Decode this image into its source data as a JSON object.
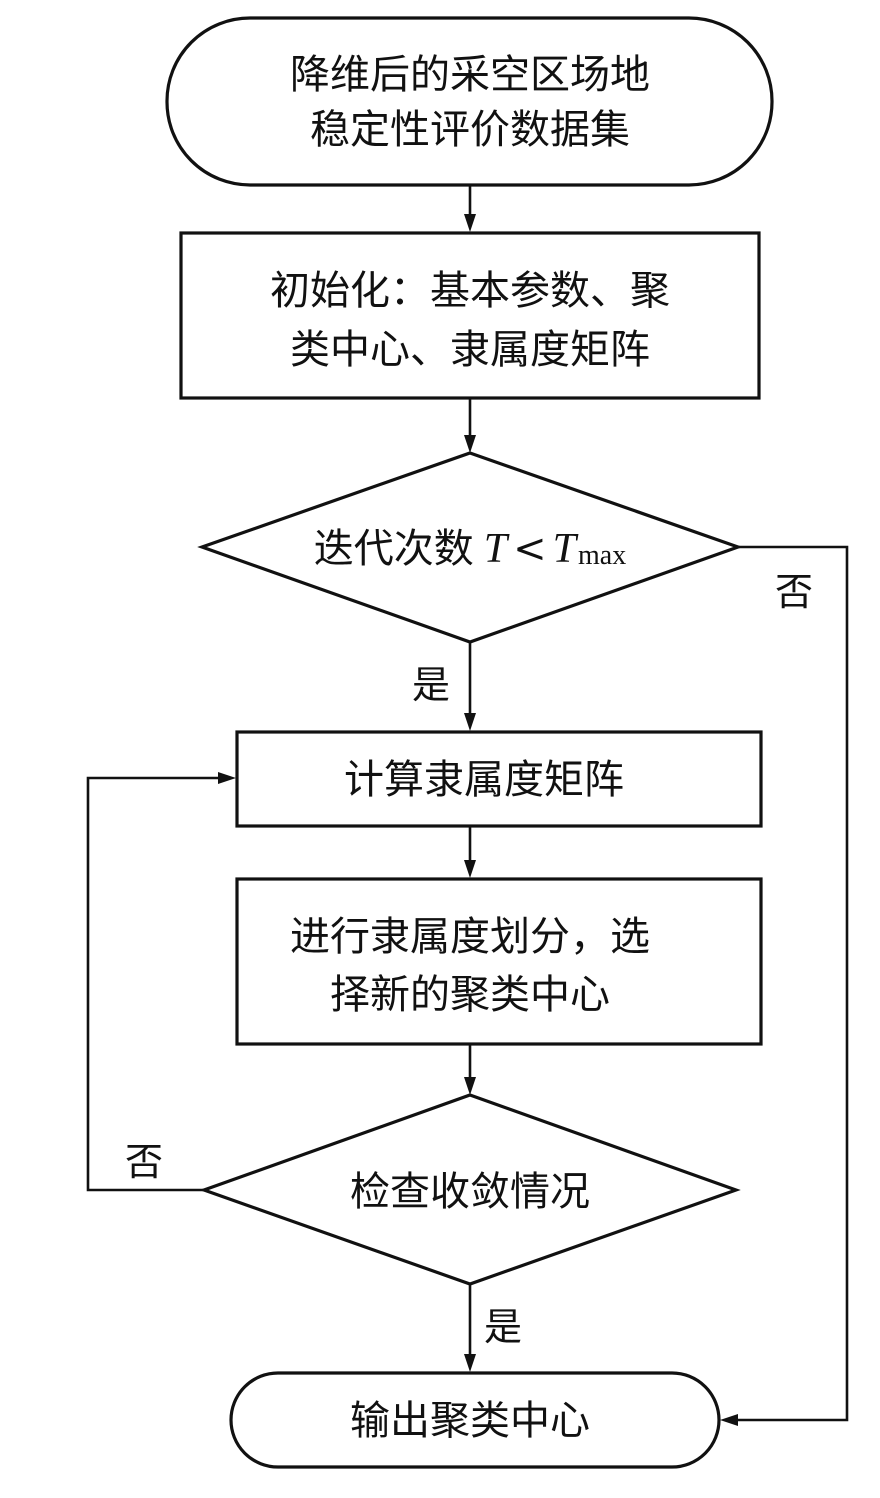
{
  "diagram": {
    "type": "flowchart",
    "nodes": {
      "start": {
        "kind": "terminal",
        "lines": [
          "降维后的采空区场地",
          "稳定性评价数据集"
        ]
      },
      "init": {
        "kind": "process",
        "lines": [
          "初始化：基本参数、聚",
          "类中心、隶属度矩阵"
        ]
      },
      "iter_check": {
        "kind": "decision",
        "prefix": "迭代次数",
        "var": "T",
        "op": "<",
        "limit_var": "T",
        "limit_sub": "max"
      },
      "compute": {
        "kind": "process",
        "lines": [
          "计算隶属度矩阵"
        ]
      },
      "partition": {
        "kind": "process",
        "lines": [
          "进行隶属度划分，选",
          "择新的聚类中心"
        ]
      },
      "converge_check": {
        "kind": "decision",
        "lines": [
          "检查收敛情况"
        ]
      },
      "end": {
        "kind": "terminal",
        "lines": [
          "输出聚类中心"
        ]
      }
    },
    "edge_labels": {
      "iter_yes": "是",
      "iter_no": "否",
      "converge_no": "否",
      "converge_yes": "是"
    },
    "edges": [
      {
        "from": "start",
        "to": "init"
      },
      {
        "from": "init",
        "to": "iter_check"
      },
      {
        "from": "iter_check",
        "to": "compute",
        "label": "是"
      },
      {
        "from": "iter_check",
        "to": "end",
        "label": "否"
      },
      {
        "from": "compute",
        "to": "partition"
      },
      {
        "from": "partition",
        "to": "converge_check"
      },
      {
        "from": "converge_check",
        "to": "compute",
        "label": "否"
      },
      {
        "from": "converge_check",
        "to": "end",
        "label": "是"
      }
    ]
  }
}
